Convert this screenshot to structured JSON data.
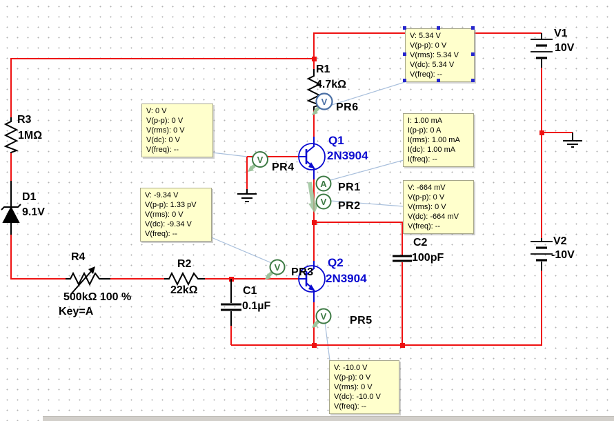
{
  "components": {
    "r1": {
      "ref": "R1",
      "value": "4.7kΩ"
    },
    "r2": {
      "ref": "R2",
      "value": "22kΩ"
    },
    "r3": {
      "ref": "R3",
      "value": "1MΩ"
    },
    "r4": {
      "ref": "R4",
      "value": "500kΩ 100 %",
      "key": "Key=A"
    },
    "c1": {
      "ref": "C1",
      "value": "0.1µF"
    },
    "c2": {
      "ref": "C2",
      "value": "100pF"
    },
    "d1": {
      "ref": "D1",
      "value": "9.1V"
    },
    "q1": {
      "ref": "Q1",
      "part": "2N3904"
    },
    "q2": {
      "ref": "Q2",
      "part": "2N3904"
    },
    "v1": {
      "ref": "V1",
      "value": "10V"
    },
    "v2": {
      "ref": "V2",
      "value": "-10V"
    }
  },
  "probes": {
    "pr1": {
      "label": "PR1",
      "type": "A",
      "readings": [
        "I: 1.00 mA",
        "I(p-p): 0 A",
        "I(rms): 1.00 mA",
        "I(dc): 1.00 mA",
        "I(freq): --"
      ]
    },
    "pr2": {
      "label": "PR2",
      "type": "V",
      "readings": [
        "V: -664 mV",
        "V(p-p): 0 V",
        "V(rms): 0 V",
        "V(dc): -664 mV",
        "V(freq): --"
      ]
    },
    "pr3": {
      "label": "PR3",
      "type": "V",
      "readings": [
        "V: -9.34 V",
        "V(p-p): 1.33 pV",
        "V(rms): 0 V",
        "V(dc): -9.34 V",
        "V(freq): --"
      ]
    },
    "pr4": {
      "label": "PR4",
      "type": "V",
      "readings": [
        "V: 0 V",
        "V(p-p): 0 V",
        "V(rms): 0 V",
        "V(dc): 0 V",
        "V(freq): --"
      ]
    },
    "pr5": {
      "label": "PR5",
      "type": "V",
      "readings": [
        "V: -10.0 V",
        "V(p-p): 0 V",
        "V(rms): 0 V",
        "V(dc): -10.0 V",
        "V(freq): --"
      ]
    },
    "pr6": {
      "label": "PR6",
      "type": "V",
      "readings": [
        "V: 5.34 V",
        "V(p-p): 0 V",
        "V(rms): 5.34 V",
        "V(dc): 5.34 V",
        "V(freq): --"
      ]
    }
  },
  "colors": {
    "wire": "#ee1111",
    "component_symbol": "#000000",
    "transistor_blue": "#0a0ad0",
    "probe_green": "#3d7a44",
    "probe_selected_blue": "#4a6fa5",
    "probe_arrow_green": "#9cc49c",
    "annotation_bg": "#ffffcc",
    "leader_line": "#a8bfdc",
    "grid_dot": "#b3b3b3"
  }
}
